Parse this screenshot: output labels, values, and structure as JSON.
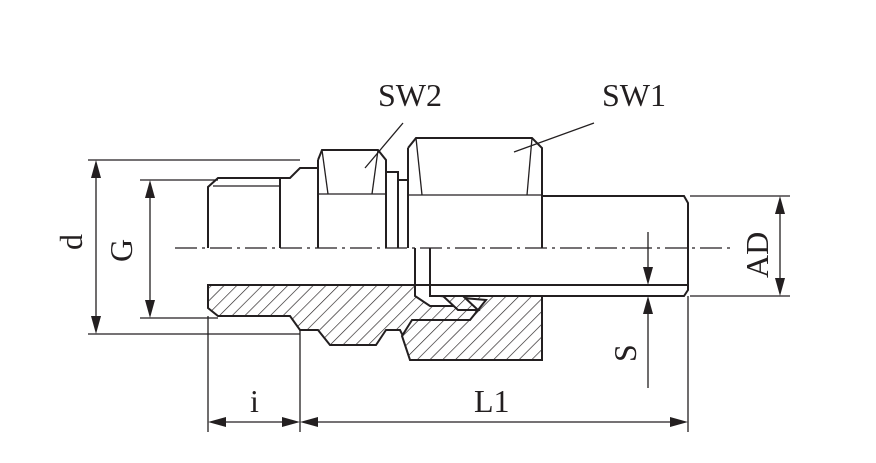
{
  "labels": {
    "sw2": "SW2",
    "sw1": "SW1",
    "d": "d",
    "g": "G",
    "ad": "AD",
    "s": "S",
    "i": "i",
    "l1": "L1"
  },
  "colors": {
    "line": "#231f20",
    "background": "#ffffff"
  }
}
